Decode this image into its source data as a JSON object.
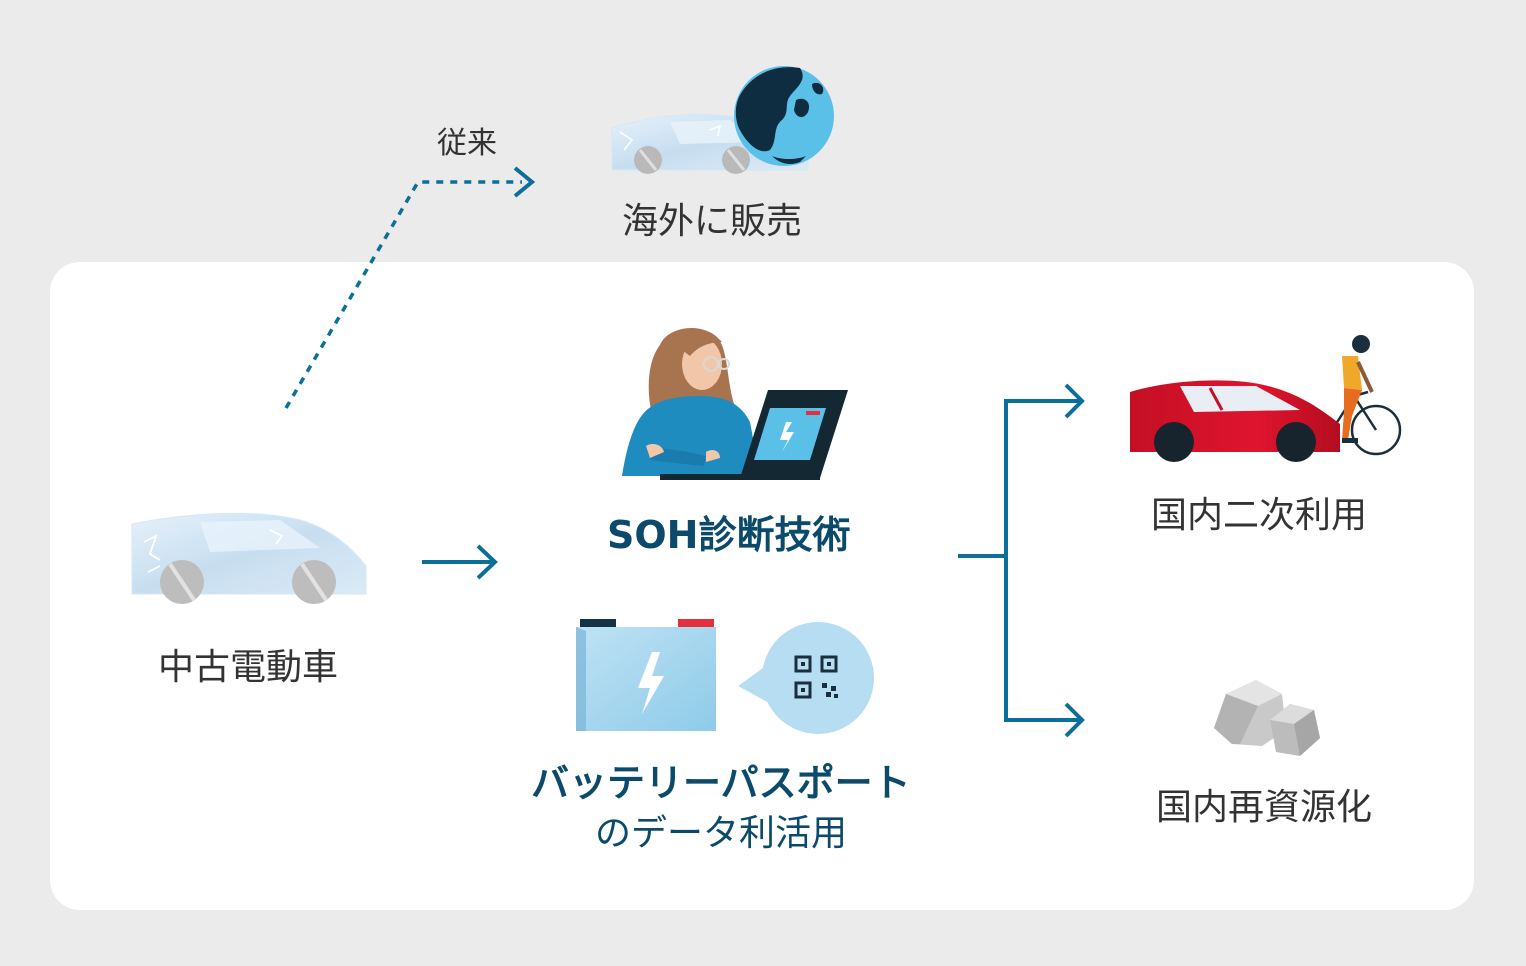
{
  "labels": {
    "conventional": "従来",
    "overseas_sale": "海外に販売",
    "used_ev": "中古電動車",
    "soh_tech": "SOH診断技術",
    "battery_passport": "バッテリーパスポート",
    "battery_passport_sub": "のデータ利活用",
    "domestic_reuse": "国内二次利用",
    "domestic_recycling": "国内再資源化"
  },
  "colors": {
    "background": "#ebebeb",
    "panel": "#ffffff",
    "arrow_blue": "#0b6f99",
    "dark_blue_text": "#0b4a6b",
    "red_car": "#d5122a",
    "ghost_car": "#cfe3f3",
    "globe_light": "#5bc0e8",
    "globe_dark": "#0f2d40",
    "battery": "#a9d6ee",
    "rock": "#bfbfbf"
  },
  "icons": {
    "ghost_car_top": "used-car-icon",
    "globe": "globe-icon",
    "ghost_car_left": "used-car-icon",
    "woman_laptop": "woman-laptop-icon",
    "battery": "battery-icon",
    "qr_bubble": "qr-code-icon",
    "red_car_cyclist": "car-cyclist-icon",
    "rocks": "rock-icon"
  }
}
